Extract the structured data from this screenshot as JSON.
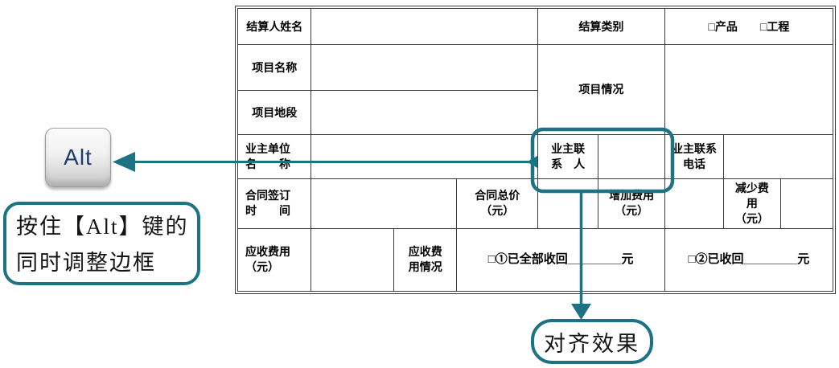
{
  "colors": {
    "annotation_teal": "#1b7384",
    "table_border": "#3c3c3c",
    "key_text_navy": "#1d3c6e"
  },
  "table": {
    "r1c1": "结算人姓名",
    "r1_blank": "",
    "r1c3": "结算类别",
    "r1c4": "□产品　　□工程",
    "r2c1": "项目名称",
    "r2_blank": "",
    "r2c3": "项目情况",
    "r2_value_blank": "",
    "r3c1": "项目地段",
    "r3_blank": "",
    "r4c1": "业主单位\n名　　称",
    "r4_blank": "",
    "r4c3": "业主联\n系　人",
    "r4c4_blank": "",
    "r4c5": "业主联系\n电话",
    "r4c6_blank": "",
    "r5c1": "合同签订\n时　　间",
    "r5_blank": "",
    "r5c3": "合同总价\n（元）",
    "r5c4_blank": "",
    "r5c5": "增加费用\n（元）",
    "r5c6_blank": "",
    "r5c7": "减少费\n用\n（元）",
    "r5c8_blank": "",
    "r6c1": "应收费用\n（元）",
    "r6_blank": "",
    "r6c3": "应收费\n用情况",
    "r6c4": "□①已全部收回________元",
    "r6c5": "□②已收回________元"
  },
  "annotations": {
    "alt_key_label": "Alt",
    "callout_side_line1": "按住【Alt】键的",
    "callout_side_line2": "同时调整边框",
    "callout_bottom_label": "对齐效果"
  }
}
